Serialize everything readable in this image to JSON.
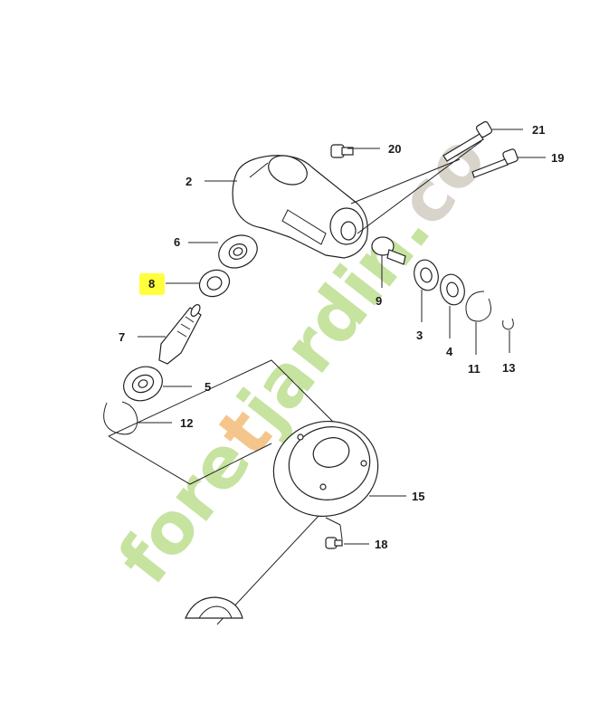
{
  "watermark": {
    "brand_a": "fore",
    "brand_t": "t",
    "brand_b": "jardin",
    "dot": ".",
    "tld": "co",
    "green": "#c6e3a0",
    "orange": "#f5c68c",
    "grey": "#d9d4cb"
  },
  "highlight_color": "#ffff3c",
  "labels": {
    "p2": "2",
    "p3": "3",
    "p4": "4",
    "p5": "5",
    "p6": "6",
    "p7": "7",
    "p8": "8",
    "p9": "9",
    "p11": "11",
    "p12": "12",
    "p13": "13",
    "p15": "15",
    "p18": "18",
    "p19": "19",
    "p20": "20",
    "p21": "21"
  }
}
